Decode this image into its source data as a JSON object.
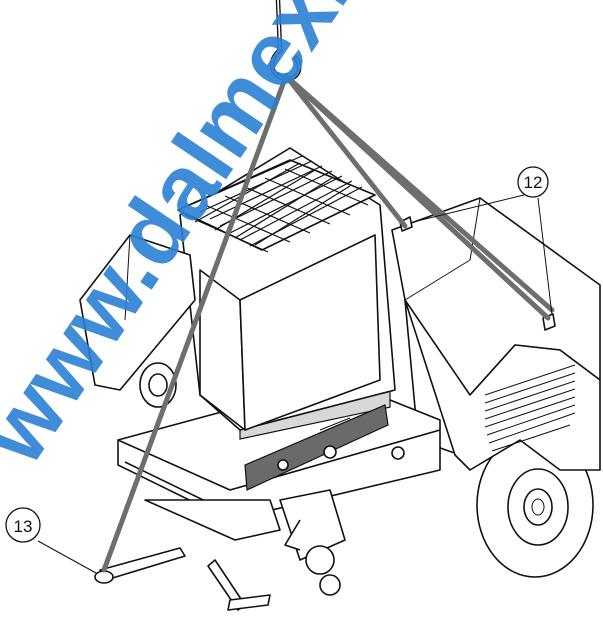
{
  "figure": {
    "callouts": [
      {
        "id": "12",
        "label": "12"
      },
      {
        "id": "13",
        "label": "13"
      }
    ],
    "watermark": "www.dalmex.",
    "colors": {
      "line": "#111111",
      "sling": "#6e6e6e",
      "watermark": "#2a7fd4",
      "panel_shade": "#d8d8d8",
      "dark_panel": "#6a6a6a"
    }
  }
}
